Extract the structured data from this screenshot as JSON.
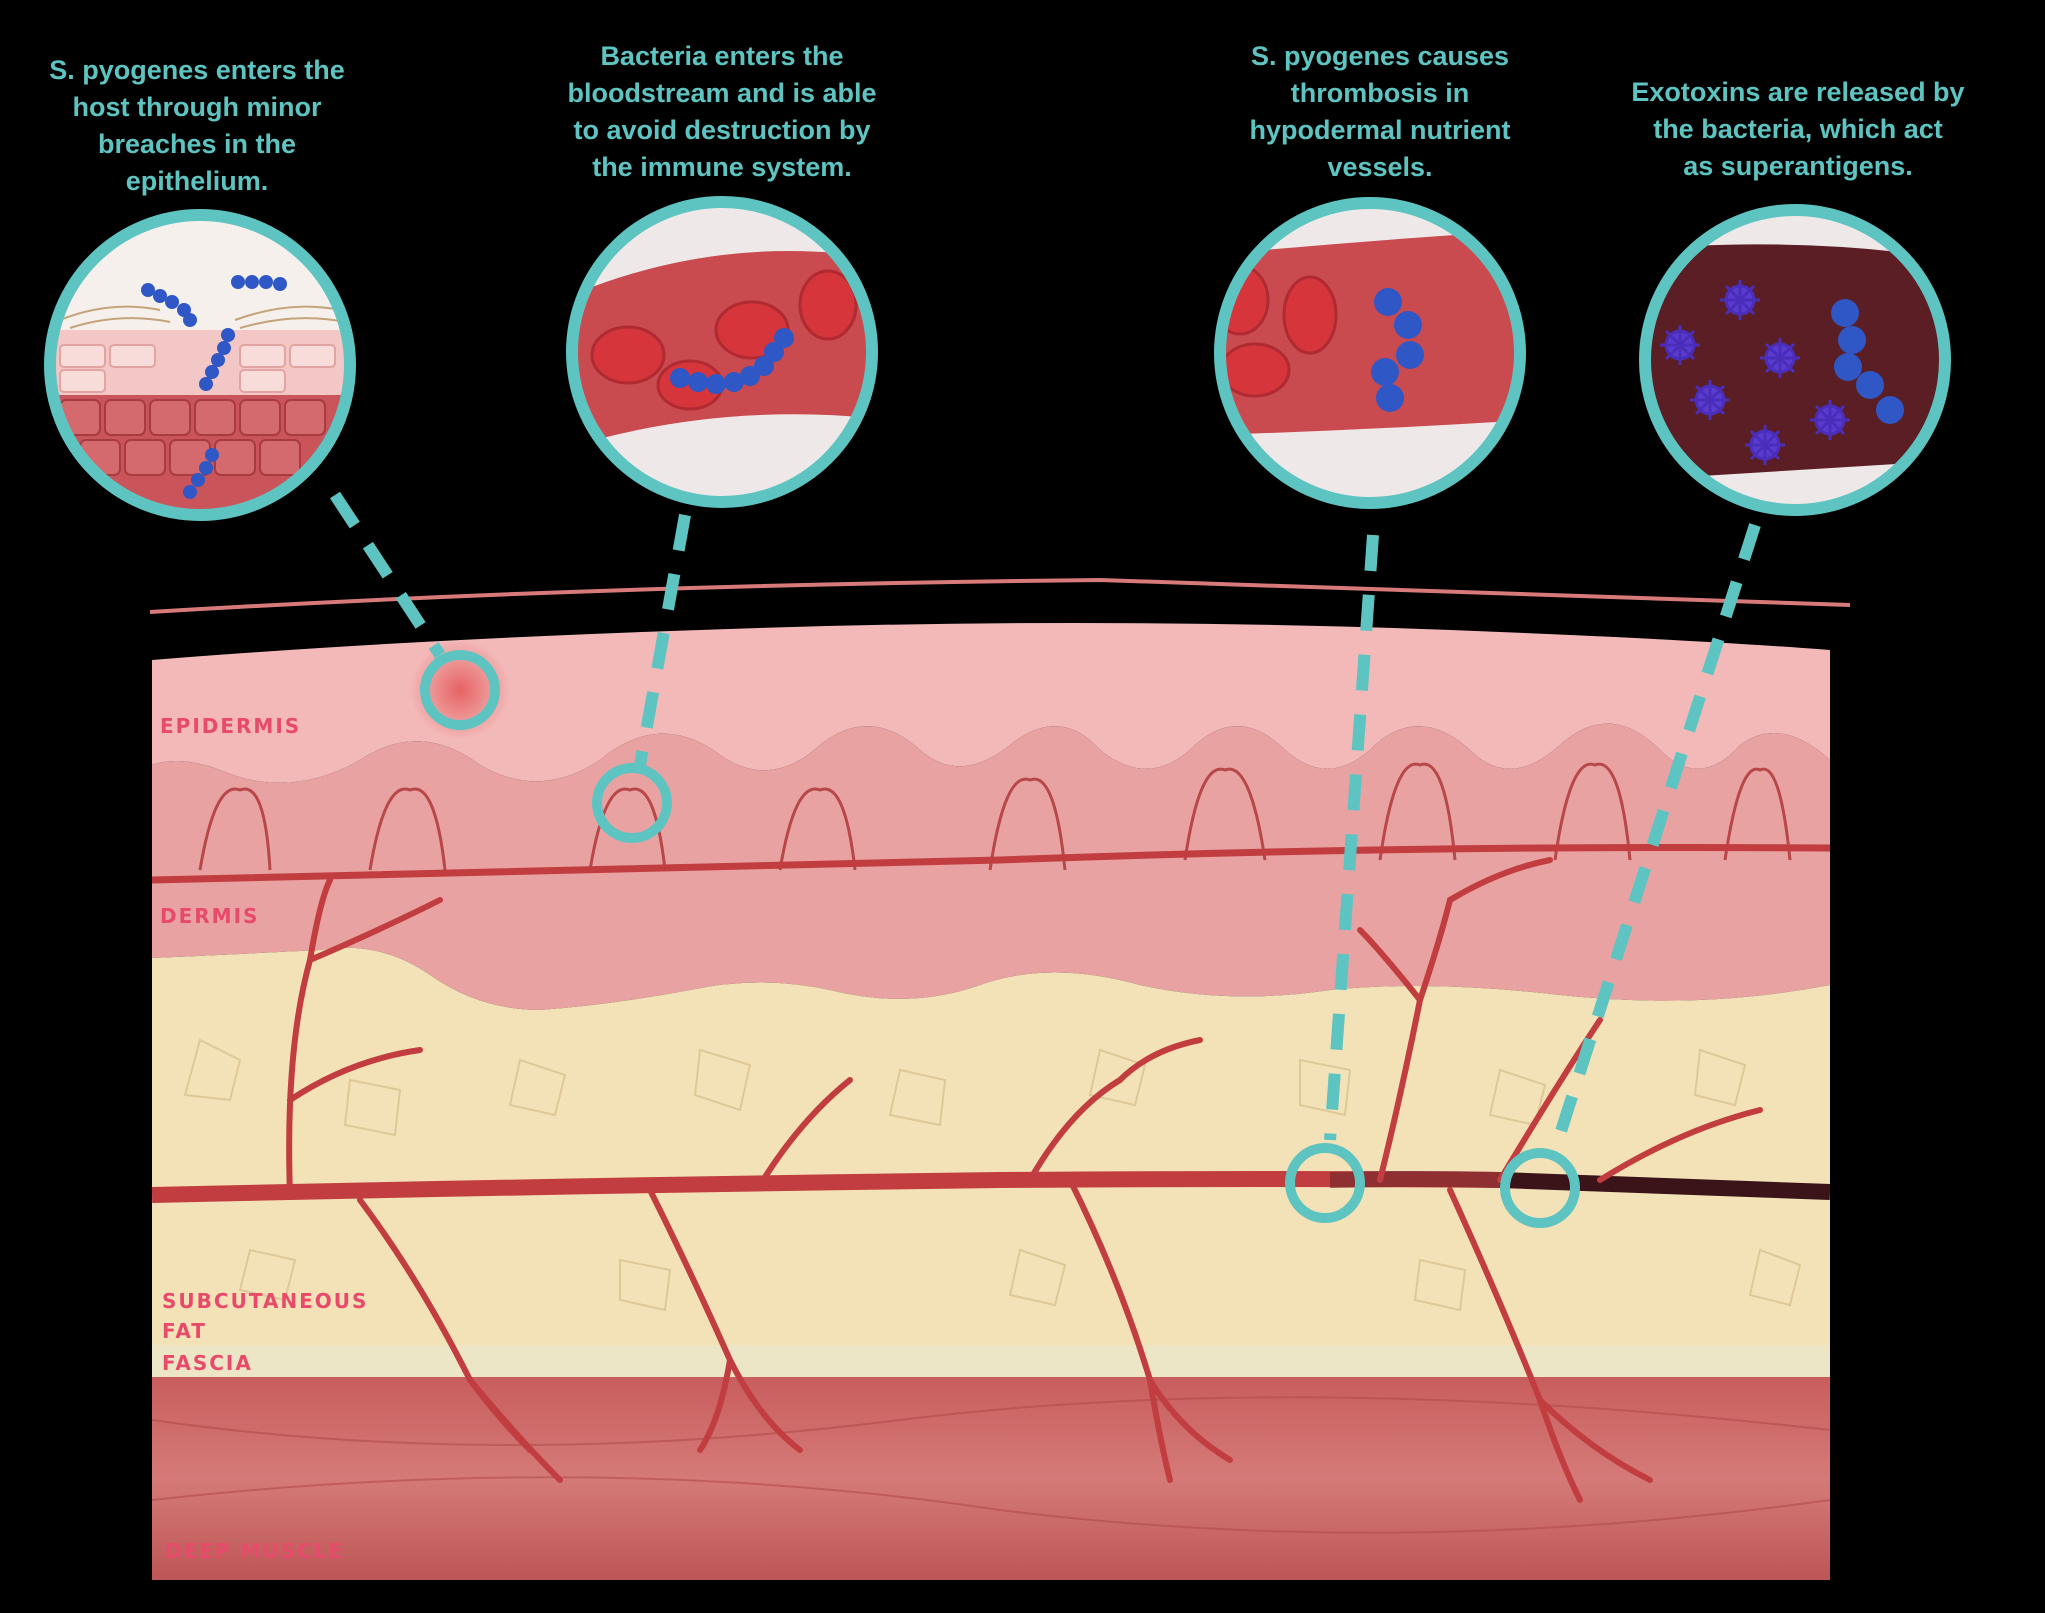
{
  "colors": {
    "background": "#000000",
    "accent": "#5ec4c2",
    "caption_text": "#5ec4c2",
    "label_text": "#e84a6a",
    "epidermis": "#f2b9b8",
    "dermis": "#e8a2a2",
    "subcutaneous_fat": "#f3e2b8",
    "fascia": "#ece6c6",
    "deep_muscle": "#c6615f",
    "vessel": "#c23d3f",
    "thrombosed_vessel": "#3a1418",
    "bacteria": "#2f57c6",
    "exotoxin": "#5a3bd0"
  },
  "captions": [
    {
      "id": "entry",
      "text": "S. pyogenes enters the\nhost through minor\nbreaches in the\nepithelium."
    },
    {
      "id": "bloodstream",
      "text": "Bacteria enters the\nbloodstream and is able\nto avoid destruction by\nthe immune system."
    },
    {
      "id": "thrombosis",
      "text": "S. pyogenes causes\nthrombosis in\nhypodermal nutrient\nvessels."
    },
    {
      "id": "exotoxins",
      "text": "Exotoxins are released by\nthe bacteria, which act\nas superantigens."
    }
  ],
  "layer_labels": {
    "epidermis": "EPIDERMIS",
    "dermis": "DERMIS",
    "subcutaneous_fat": "SUBCUTANEOUS\nFAT",
    "fascia": "FASCIA",
    "deep_muscle": "DEEP MUSCLE"
  },
  "icons": [
    "magnifier-epithelium-icon",
    "magnifier-bloodstream-icon",
    "magnifier-thrombosis-icon",
    "magnifier-exotoxin-icon"
  ]
}
